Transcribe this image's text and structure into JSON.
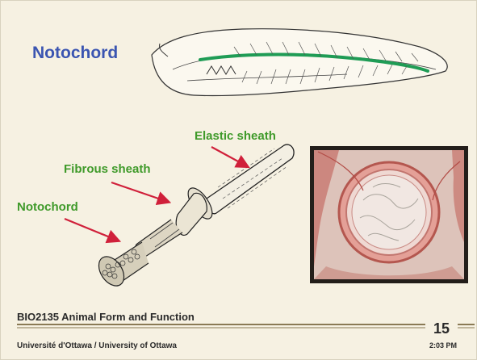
{
  "slide": {
    "title": "Notochord",
    "labels": {
      "elastic_sheath": "Elastic sheath",
      "fibrous_sheath": "Fibrous sheath",
      "notochord": "Notochord"
    },
    "course": "BIO2135 Animal Form and Function",
    "university": "Université d'Ottawa / University of Ottawa",
    "page_number": "15",
    "time": "2:03 PM"
  },
  "colors": {
    "title": "#3b55b1",
    "label": "#3f9a2a",
    "arrow": "#d0203a",
    "background": "#f6f1e2",
    "footer_line": "#8a7a55"
  },
  "icons": {
    "lancelet": "lancelet-illustration",
    "tube": "notochord-structure-diagram",
    "micrograph": "notochord-cross-section-micrograph"
  }
}
